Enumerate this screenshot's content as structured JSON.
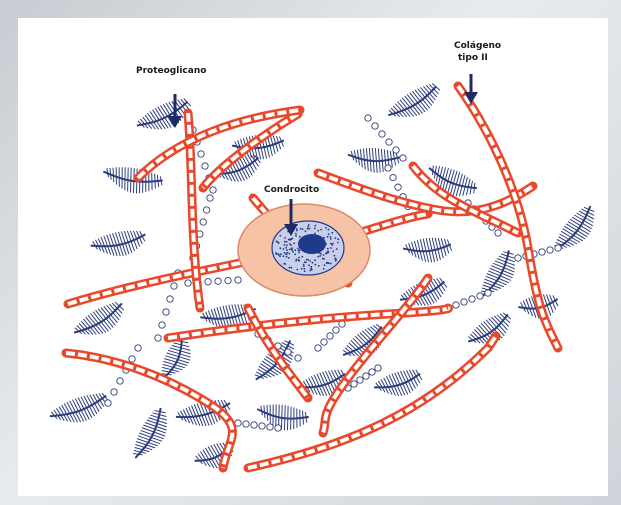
{
  "labels": {
    "proteoglycan": "Proteoglicano",
    "collagen_line1": "Colágeno",
    "collagen_line2": "tipo II",
    "chondrocyte": "Condrocito"
  },
  "colors": {
    "collagen": "#e8492c",
    "proteoglycan": "#2d3d7a",
    "cell_cytoplasm": "#f6c3a6",
    "cell_membrane": "#d88a6a",
    "nucleus_outer": "#c9cfe8",
    "nucleus_inner": "#1f3a8a",
    "pointer": "#1f2a63"
  },
  "icons": {
    "collagen_fiber": "collagen-fiber-icon",
    "proteoglycan_aggregate": "proteoglycan-icon",
    "chondrocyte_cell": "chondrocyte-cell-icon",
    "pointer_arrow": "down-arrow-icon"
  }
}
